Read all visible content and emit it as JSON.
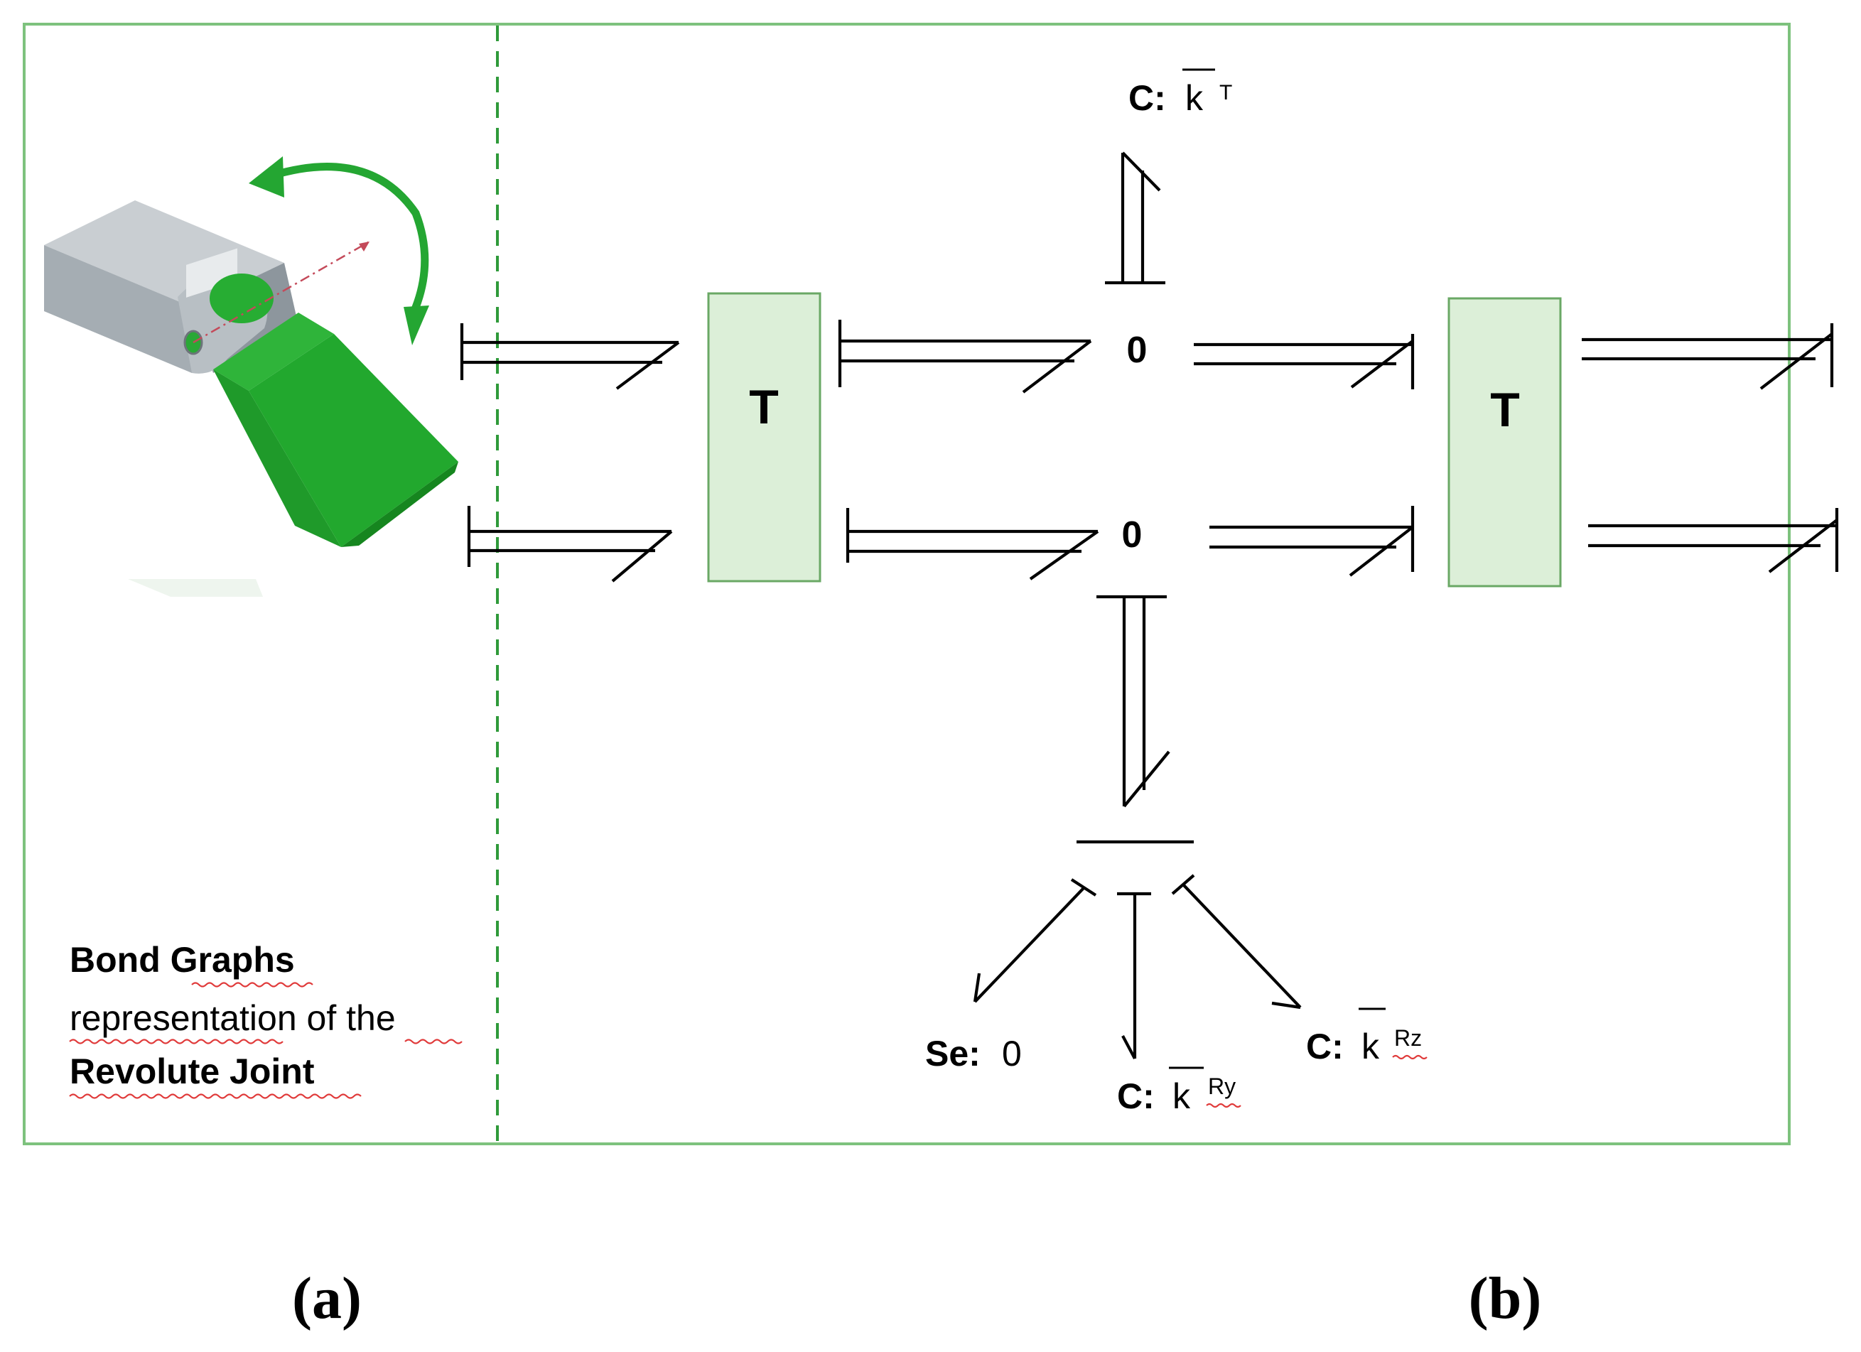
{
  "caption": {
    "line1": "Bond Graphs",
    "line2": "representation of the",
    "line3": "Revolute Joint"
  },
  "panel_labels": {
    "a": "(a)",
    "b": "(b)"
  },
  "transformers": {
    "left": "T",
    "right": "T"
  },
  "junctions": {
    "top": "0",
    "bottom": "0"
  },
  "elements": {
    "c_kt": {
      "prefix": "C:",
      "symbol": "k",
      "superscript": "T"
    },
    "se": {
      "prefix": "Se:",
      "value": "0"
    },
    "c_kry": {
      "prefix": "C:",
      "symbol": "k",
      "superscript": "Ry"
    },
    "c_krz": {
      "prefix": "C:",
      "symbol": "k",
      "superscript": "Rz"
    }
  },
  "colors": {
    "frame": "#7dc27d",
    "dashed_divider": "#2f9a3a",
    "transformer_fill": "#dcefd8",
    "transformer_stroke": "#6aa865",
    "joint_grey": "#a9b1b7",
    "joint_green": "#1fa12a",
    "rotation_arrow": "#24a632"
  }
}
